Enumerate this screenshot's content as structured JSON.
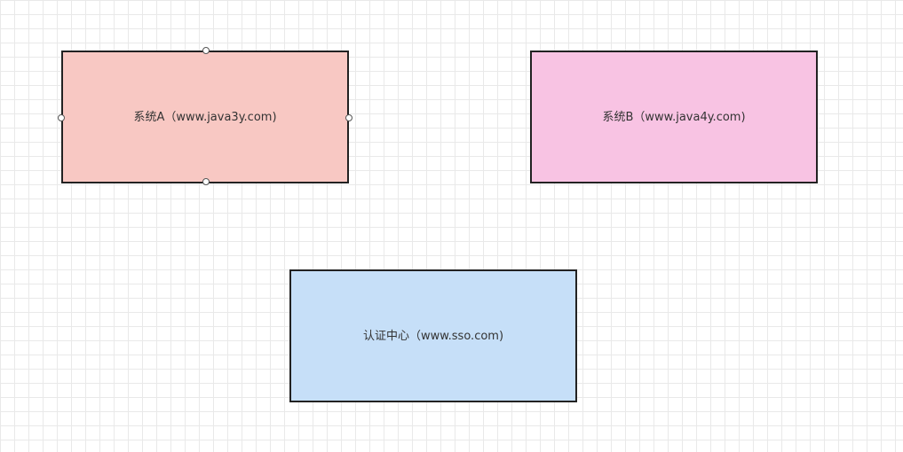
{
  "diagram": {
    "nodes": [
      {
        "id": "system-a",
        "label": "系统A（www.java3y.com)",
        "fill": "#f8c8c3",
        "selected": true
      },
      {
        "id": "system-b",
        "label": "系统B（www.java4y.com)",
        "fill": "#f8c3e3",
        "selected": false
      },
      {
        "id": "sso",
        "label": "认证中心（www.sso.com)",
        "fill": "#c6dff8",
        "selected": false
      }
    ]
  },
  "colors": {
    "grid_background": "#ffffff",
    "grid_line": "#e9e9e9",
    "node_border": "#222222",
    "label_text": "#333333"
  }
}
